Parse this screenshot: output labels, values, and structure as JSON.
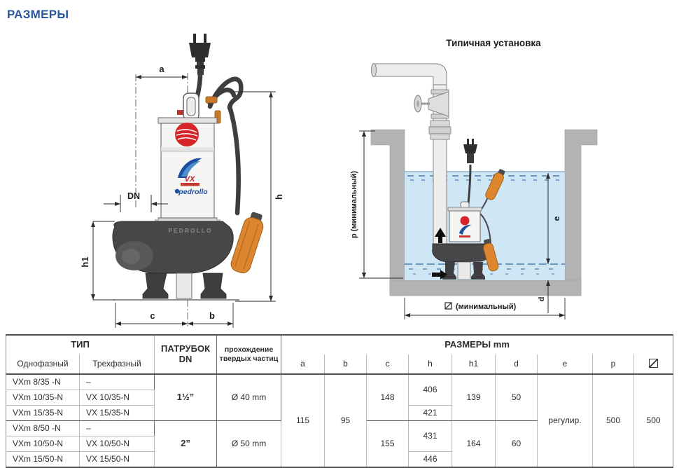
{
  "page": {
    "title": "РАЗМЕРЫ"
  },
  "pump_diagram": {
    "dims": {
      "a": "a",
      "h": "h",
      "dn": "DN",
      "h1": "h1",
      "c": "c",
      "b": "b"
    },
    "logo": {
      "vx": "VX",
      "brand": "pedrollo",
      "casing": "PEDROLLO"
    }
  },
  "installation": {
    "title": "Типичная установка",
    "dims": {
      "p": "p (минимальный)",
      "e": "e",
      "d": "d",
      "min_width": "(минимальный)"
    },
    "min_width_icon": "⧄"
  },
  "table": {
    "header": {
      "type_group": "ТИП",
      "single_phase": "Однофазный",
      "three_phase": "Трехфазный",
      "port_line1": "ПАТРУБОК",
      "port_line2": "DN",
      "solids_line1": "прохождение",
      "solids_line2": "твердых частиц",
      "dims_group": "РАЗМЕРЫ mm",
      "dim_cols": [
        "a",
        "b",
        "c",
        "h",
        "h1",
        "d",
        "e",
        "p"
      ],
      "min_width_icon": "⧄"
    },
    "shared": {
      "a": "115",
      "b": "95",
      "e": "регулир.",
      "p": "500",
      "min_width": "500"
    },
    "groups": [
      {
        "dn": "1½”",
        "solids": "Ø 40 mm",
        "c": "148",
        "h1": "139",
        "d": "50",
        "h_upper": "406",
        "h_lower": "421",
        "rows": [
          {
            "single": "VXm 8/35 -N",
            "three": "–"
          },
          {
            "single": "VXm 10/35-N",
            "three": "VX 10/35-N"
          },
          {
            "single": "VXm 15/35-N",
            "three": "VX 15/35-N"
          }
        ]
      },
      {
        "dn": "2”",
        "solids": "Ø 50 mm",
        "c": "155",
        "h1": "164",
        "d": "60",
        "h_upper": "431",
        "h_lower": "446",
        "rows": [
          {
            "single": "VXm 8/50 -N",
            "three": "–"
          },
          {
            "single": "VXm 10/50-N",
            "three": "VX 10/50-N"
          },
          {
            "single": "VXm 15/50-N",
            "three": "VX 15/50-N"
          }
        ]
      }
    ]
  },
  "colors": {
    "accent_blue": "#27569e",
    "logo_red": "#d6242b",
    "logo_blue": "#1d4f9e",
    "float_orange": "#dd8630",
    "water": "#cfe6f4",
    "wall_gray": "#b3b3b3"
  }
}
